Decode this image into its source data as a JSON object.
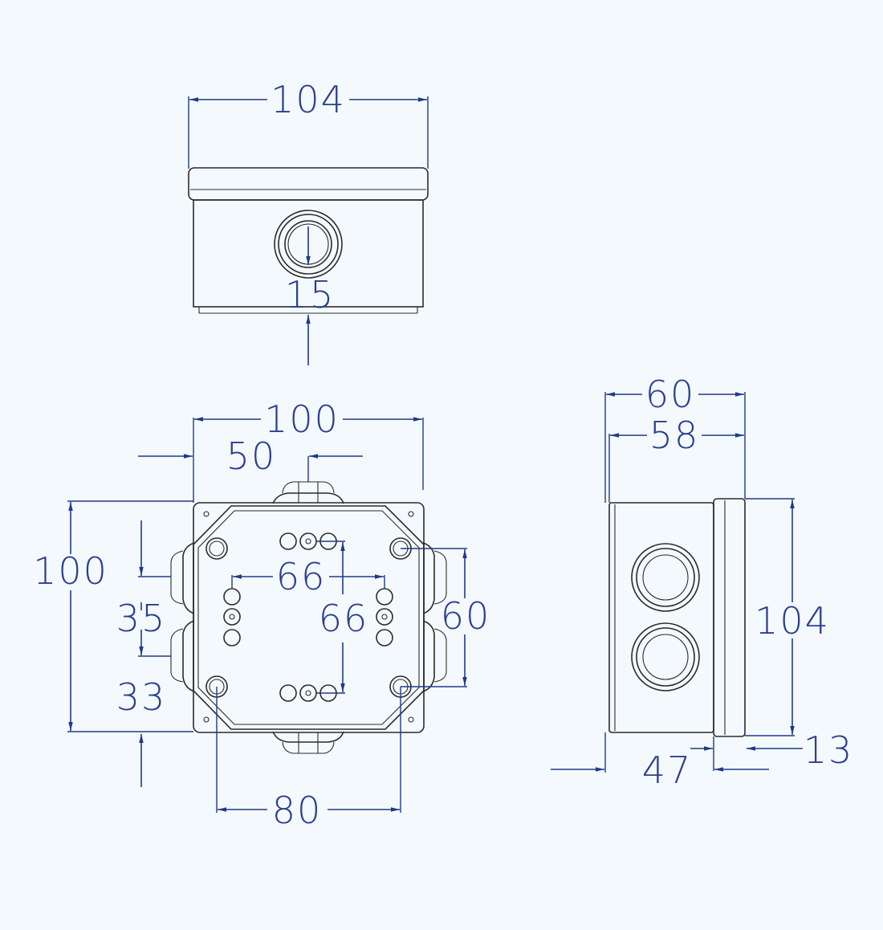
{
  "colors": {
    "background": "#f4f9fd",
    "dimension": "#1e3a8a",
    "outline": "#2b2b2b"
  },
  "front_view": {
    "width": "104",
    "cable_hole_height": "15"
  },
  "top_view": {
    "overall_width": "100",
    "gland_offset": "50",
    "overall_height": "100",
    "inner_horizontal_spacing": "66",
    "inner_vertical_spacing": "66",
    "right_gland_spacing": "60",
    "left_upper_offset": "35",
    "left_lower_offset": "33",
    "mounting_hole_spacing": "80"
  },
  "side_view": {
    "overall_depth": "60",
    "body_depth": "58",
    "height": "104",
    "lid_thickness": "13",
    "base_depth": "47"
  }
}
